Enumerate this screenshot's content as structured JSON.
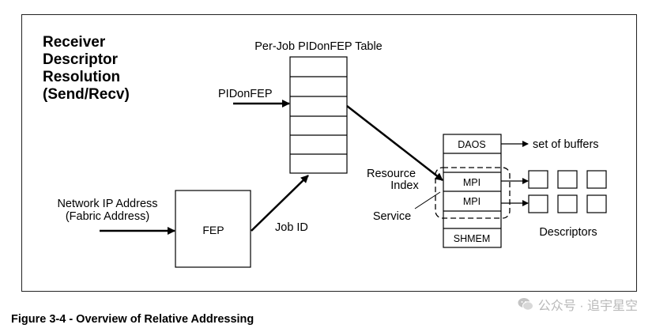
{
  "title_lines": [
    "Receiver",
    "Descriptor",
    "Resolution",
    "(Send/Recv)"
  ],
  "table_title": "Per-Job PIDonFEP Table",
  "pid_label": "PIDonFEP",
  "network_label_line1": "Network IP Address",
  "network_label_line2": "(Fabric Address)",
  "fep_label": "FEP",
  "jobid_label": "Job ID",
  "resource_index_line1": "Resource",
  "resource_index_line2": "Index",
  "service_label": "Service",
  "daos_label": "DAOS",
  "mpi_label_1": "MPI",
  "mpi_label_2": "MPI",
  "shmem_label": "SHMEM",
  "set_of_buffers_label": "set of buffers",
  "descriptors_label": "Descriptors",
  "caption": "Figure 3-4 - Overview of Relative Addressing",
  "watermark_text": "公众号 · 追宇星空",
  "watermark_icon": "wechat-icon"
}
